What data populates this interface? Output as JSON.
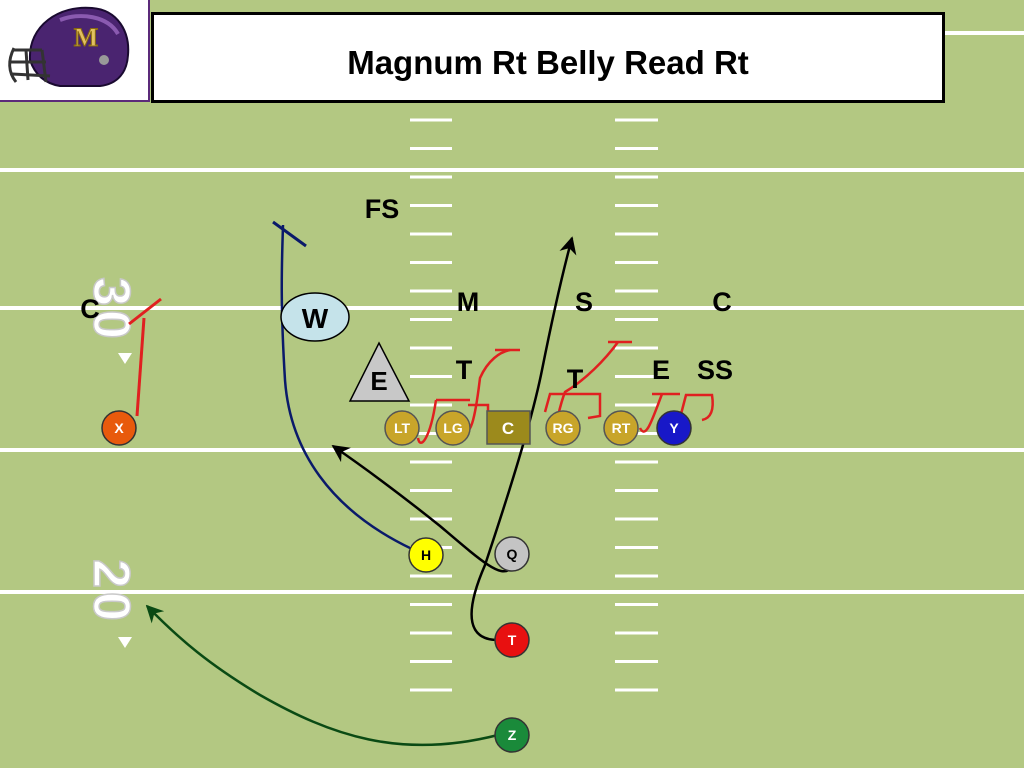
{
  "title": "Magnum Rt Belly Read Rt",
  "logo": {
    "icon": "football-helmet-icon",
    "lettering": "M"
  },
  "yard_numbers": {
    "upper": "30",
    "lower": "20"
  },
  "defense": {
    "fs": "FS",
    "m": "M",
    "s": "S",
    "c_right": "C",
    "c_left": "C",
    "w": "W",
    "e_left": "E",
    "t_left": "T",
    "t_right": "T",
    "e_right": "E",
    "ss": "SS"
  },
  "offense": {
    "lt": "LT",
    "lg": "LG",
    "c": "C",
    "rg": "RG",
    "rt": "RT",
    "y": "Y",
    "x": "X",
    "h": "H",
    "q": "Q",
    "t": "T",
    "z": "Z"
  },
  "colors": {
    "field": "#b3c882",
    "yard_line": "#ffffff",
    "lineman": "#c8a52a",
    "center": "#9c8a1c",
    "x": "#e85a0c",
    "y": "#1818c8",
    "h": "#ffff00",
    "q": "#c4c4c4",
    "t": "#e81010",
    "z": "#1a8a3a",
    "w": "#c5e3ea",
    "block_red": "#e02020",
    "route_navy": "#0a1a6a",
    "route_green": "#0a4a14",
    "route_black": "#000000"
  }
}
